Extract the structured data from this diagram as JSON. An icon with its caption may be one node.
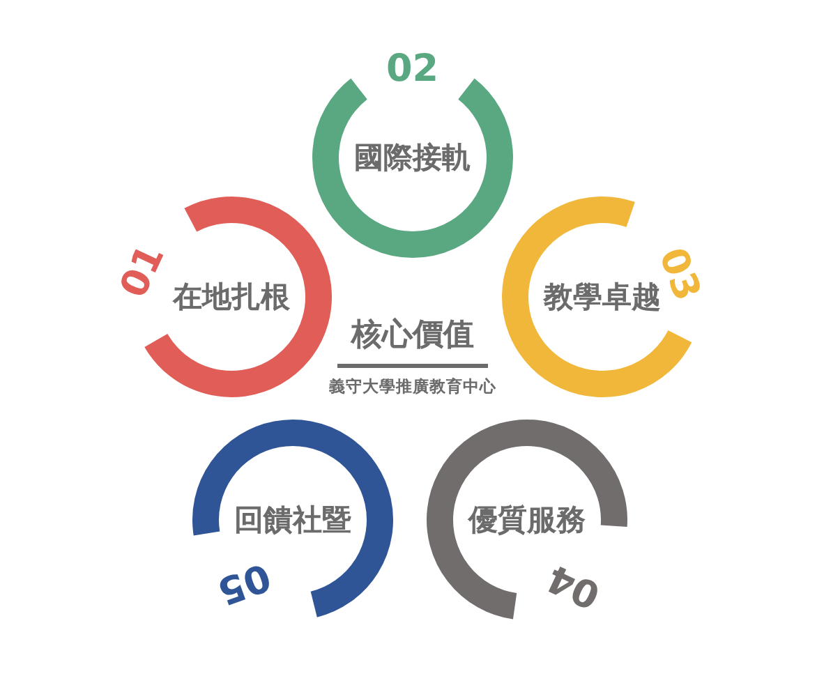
{
  "diagram": {
    "nodes": [
      {
        "text": [
          "01",
          "在地扎根"
        ]
      },
      {
        "text": [
          "02",
          "國際接軌"
        ]
      },
      {
        "text": [
          "教學卓越",
          "03"
        ]
      },
      {
        "text": [
          "優質服務",
          "04"
        ]
      },
      {
        "text": [
          "回饋社暨",
          "05"
        ]
      }
    ],
    "labels": [
      "核心價值",
      "義守大學推廣教育中心"
    ]
  }
}
